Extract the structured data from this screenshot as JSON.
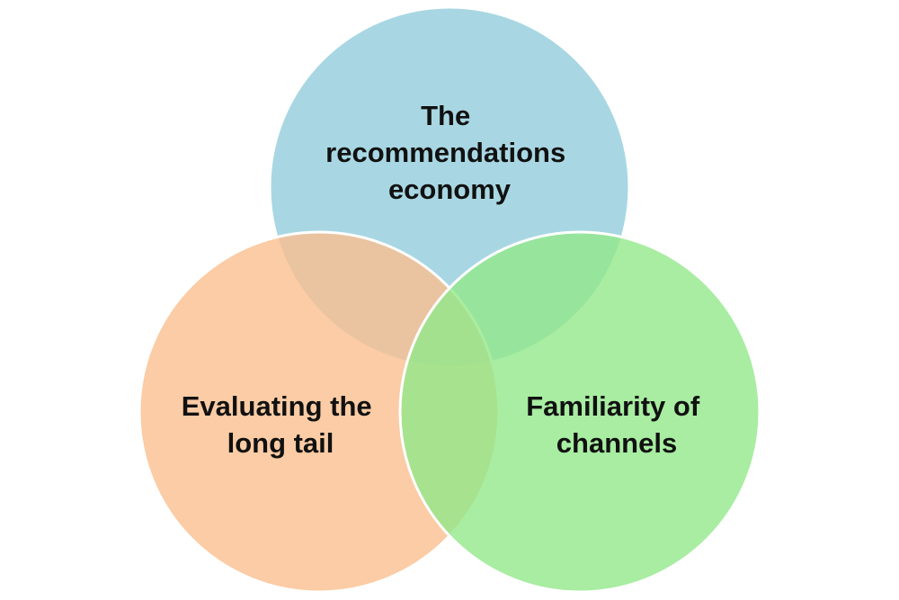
{
  "diagram": {
    "type": "venn",
    "circles": [
      {
        "id": "top",
        "label_lines": [
          "The",
          "recommendations",
          "economy"
        ],
        "color": "#92CDDC"
      },
      {
        "id": "left",
        "label_lines": [
          "Evaluating the",
          "long tail"
        ],
        "color": "#FABF8F"
      },
      {
        "id": "right",
        "label_lines": [
          "Familiarity of",
          "channels"
        ],
        "color": "#92E88A"
      }
    ],
    "outline_color": "#FFFFFF"
  }
}
